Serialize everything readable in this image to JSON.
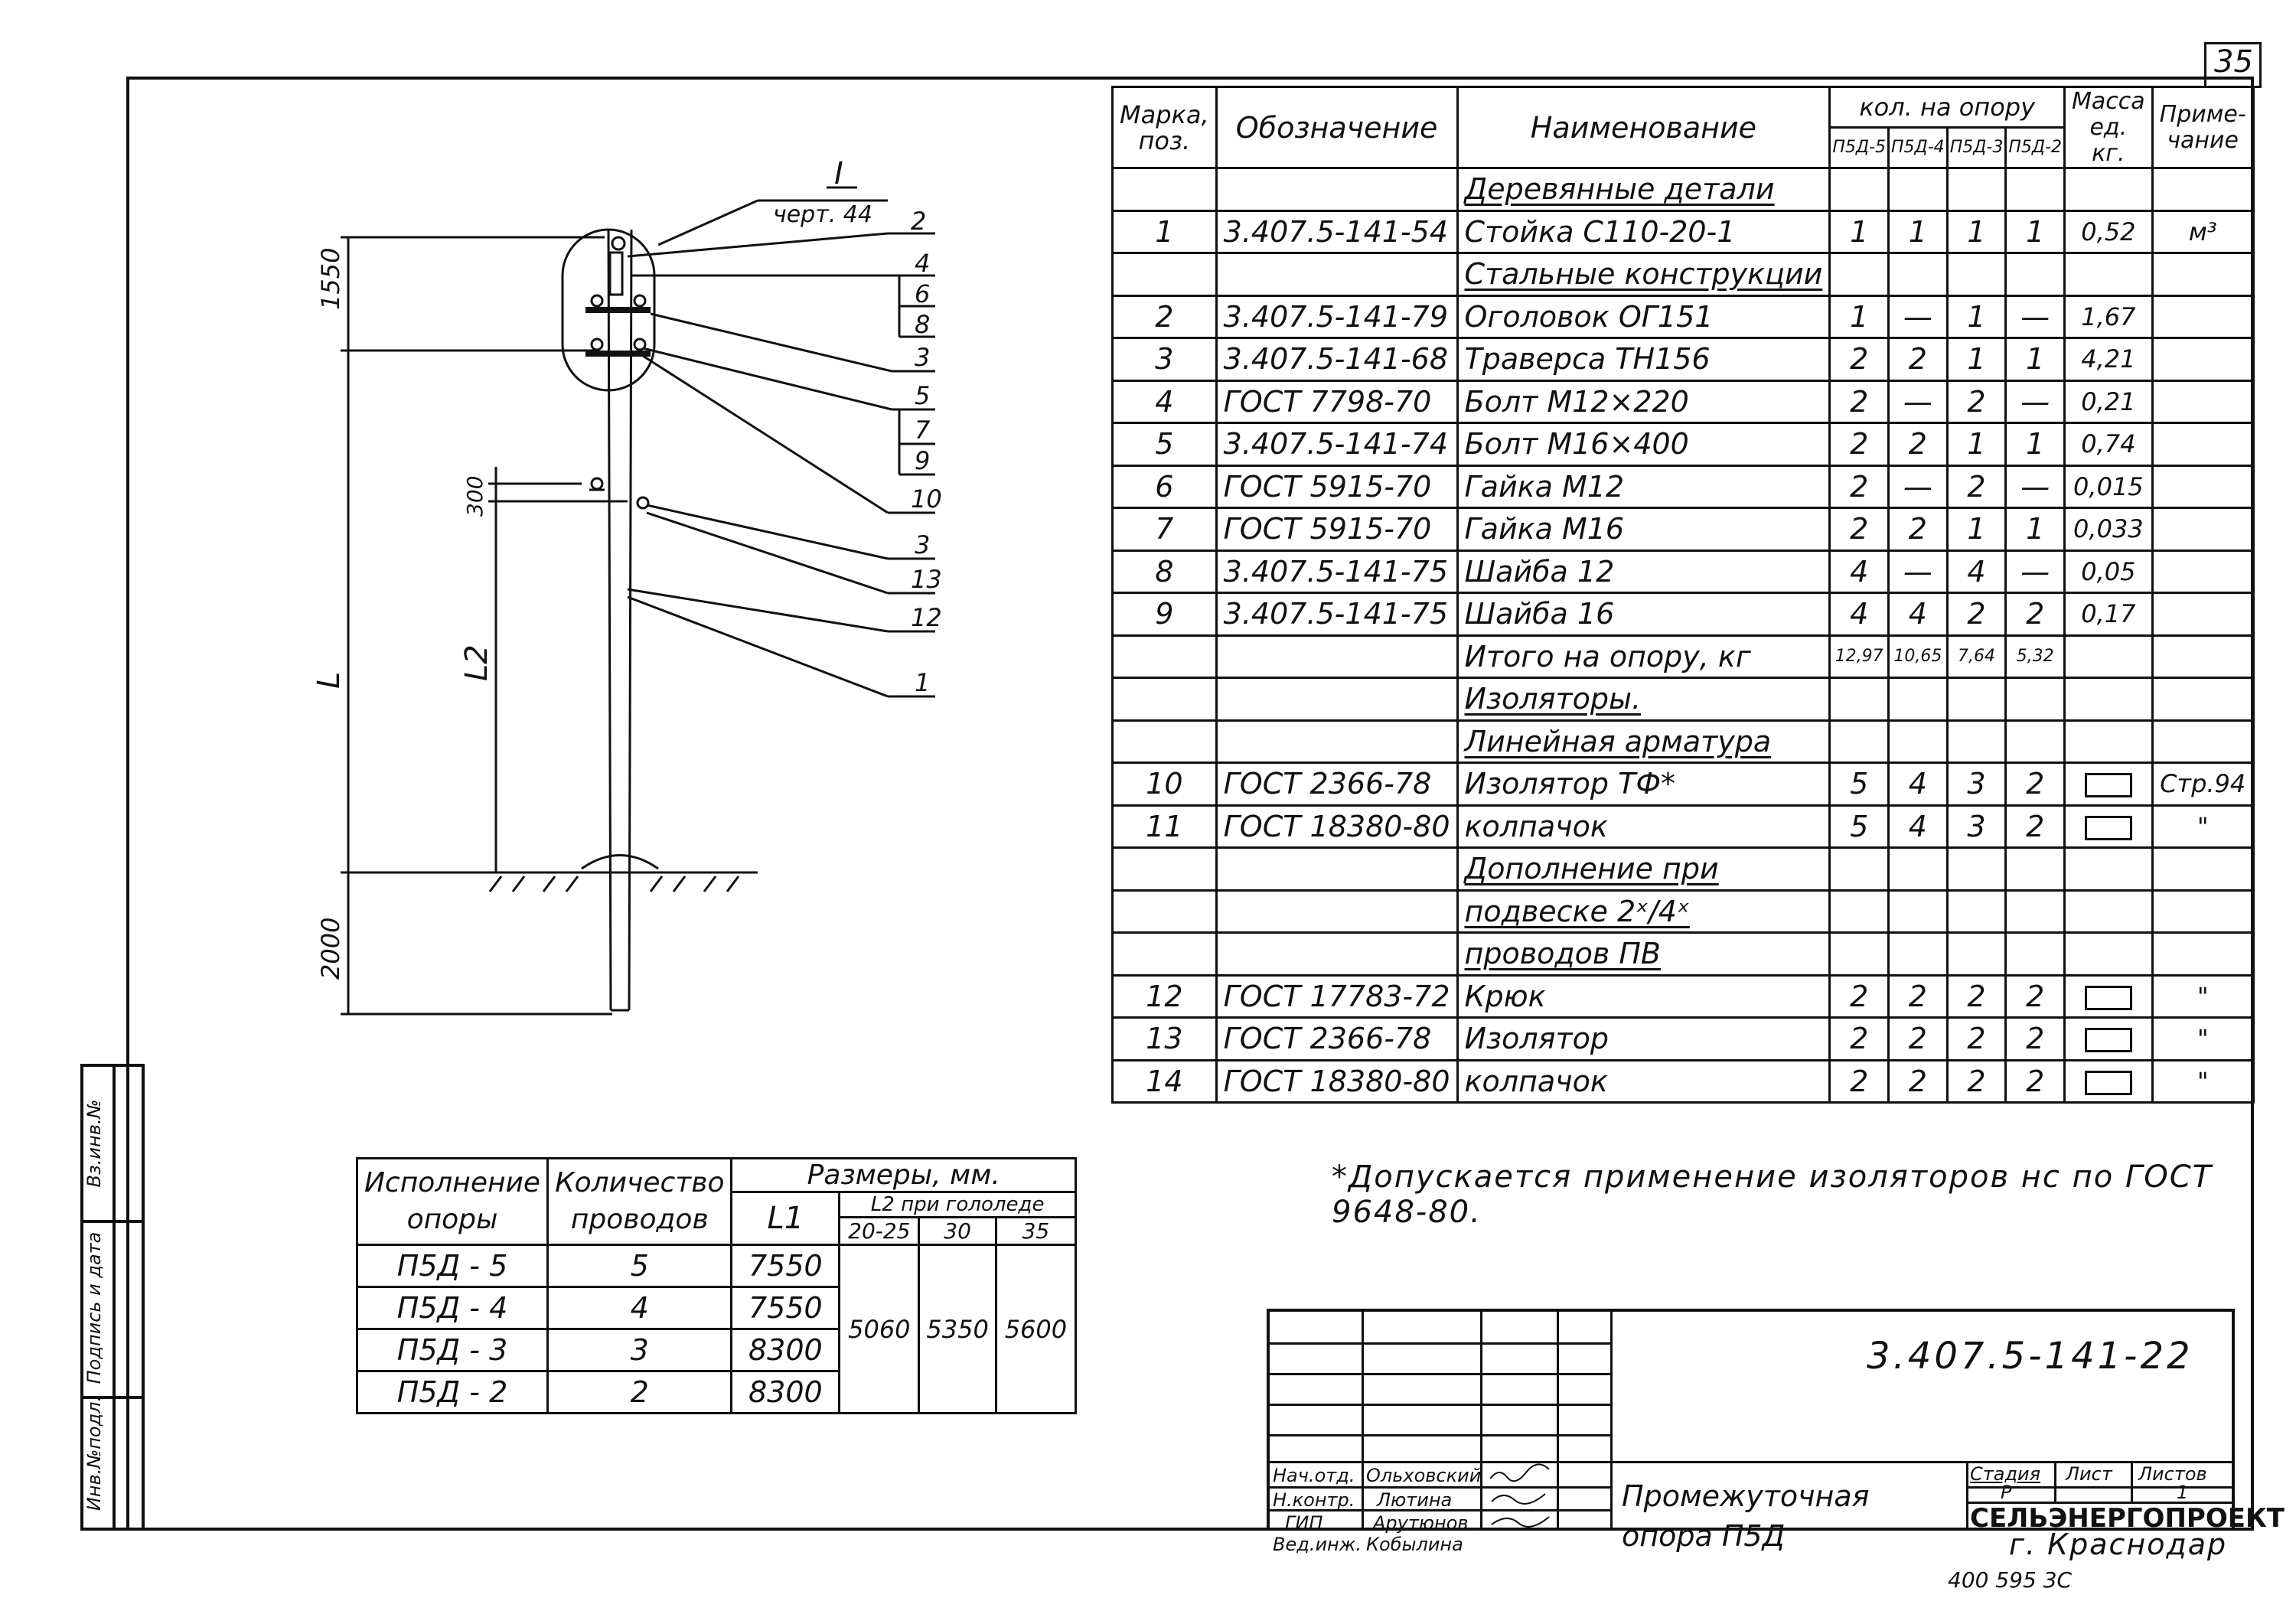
{
  "sheet_number": "35",
  "archive_code": "400 595 3C",
  "pole_drawing": {
    "section_ref": "I",
    "section_sheet": "черт. 44",
    "dim_head": "1550",
    "dim_300": "300",
    "dim_L": "L",
    "dim_L2": "L2",
    "dim_2000": "2000",
    "callouts": [
      "2",
      "4",
      "6",
      "8",
      "3",
      "5",
      "7",
      "9",
      "10",
      "3",
      "13",
      "12",
      "1"
    ]
  },
  "spec_table": {
    "headers": {
      "mark": "Марка, поз.",
      "designation": "Обозначение",
      "name": "Наименование",
      "qty_group": "кол. на опору",
      "qty_cols": [
        "П5Д-5",
        "П5Д-4",
        "П5Д-3",
        "П5Д-2"
      ],
      "mass": "Масса ед. кг.",
      "note": "Приме- чание"
    },
    "rows": [
      {
        "type": "section",
        "name": "Деревянные детали"
      },
      {
        "type": "item",
        "mark": "1",
        "designation": "3.407.5-141-54",
        "name": "Стойка С110-20-1",
        "qty": [
          "1",
          "1",
          "1",
          "1"
        ],
        "mass": "0,52",
        "note": "м³"
      },
      {
        "type": "section",
        "name": "Стальные конструкции"
      },
      {
        "type": "item",
        "mark": "2",
        "designation": "3.407.5-141-79",
        "name": "Оголовок ОГ151",
        "qty": [
          "1",
          "—",
          "1",
          "—"
        ],
        "mass": "1,67",
        "note": ""
      },
      {
        "type": "item",
        "mark": "3",
        "designation": "3.407.5-141-68",
        "name": "Траверса ТН156",
        "qty": [
          "2",
          "2",
          "1",
          "1"
        ],
        "mass": "4,21",
        "note": ""
      },
      {
        "type": "item",
        "mark": "4",
        "designation": "ГОСТ 7798-70",
        "name": "Болт М12×220",
        "qty": [
          "2",
          "—",
          "2",
          "—"
        ],
        "mass": "0,21",
        "note": ""
      },
      {
        "type": "item",
        "mark": "5",
        "designation": "3.407.5-141-74",
        "name": "Болт М16×400",
        "qty": [
          "2",
          "2",
          "1",
          "1"
        ],
        "mass": "0,74",
        "note": ""
      },
      {
        "type": "item",
        "mark": "6",
        "designation": "ГОСТ 5915-70",
        "name": "Гайка М12",
        "qty": [
          "2",
          "—",
          "2",
          "—"
        ],
        "mass": "0,015",
        "note": ""
      },
      {
        "type": "item",
        "mark": "7",
        "designation": "ГОСТ 5915-70",
        "name": "Гайка М16",
        "qty": [
          "2",
          "2",
          "1",
          "1"
        ],
        "mass": "0,033",
        "note": ""
      },
      {
        "type": "item",
        "mark": "8",
        "designation": "3.407.5-141-75",
        "name": "Шайба 12",
        "qty": [
          "4",
          "—",
          "4",
          "—"
        ],
        "mass": "0,05",
        "note": ""
      },
      {
        "type": "item",
        "mark": "9",
        "designation": "3.407.5-141-75",
        "name": "Шайба 16",
        "qty": [
          "4",
          "4",
          "2",
          "2"
        ],
        "mass": "0,17",
        "note": ""
      },
      {
        "type": "total",
        "name": "Итого на опору, кг",
        "qty": [
          "12,97",
          "10,65",
          "7,64",
          "5,32"
        ]
      },
      {
        "type": "section",
        "name": "Изоляторы."
      },
      {
        "type": "section",
        "name": "Линейная арматура"
      },
      {
        "type": "item",
        "mark": "10",
        "designation": "ГОСТ 2366-78",
        "name": "Изолятор ТФ*",
        "qty": [
          "5",
          "4",
          "3",
          "2"
        ],
        "mass": "",
        "note": "Стр.94"
      },
      {
        "type": "item",
        "mark": "11",
        "designation": "ГОСТ 18380-80",
        "name": "колпачок",
        "qty": [
          "5",
          "4",
          "3",
          "2"
        ],
        "mass": "",
        "note": "\""
      },
      {
        "type": "section",
        "name": "Дополнение при"
      },
      {
        "type": "section",
        "name": "подвеске 2ˣ/4ˣ"
      },
      {
        "type": "section",
        "name": "проводов ПВ"
      },
      {
        "type": "item",
        "mark": "12",
        "designation": "ГОСТ 17783-72",
        "name": "Крюк",
        "qty": [
          "2",
          "2",
          "2",
          "2"
        ],
        "mass": "",
        "note": "\""
      },
      {
        "type": "item",
        "mark": "13",
        "designation": "ГОСТ 2366-78",
        "name": "Изолятор",
        "qty": [
          "2",
          "2",
          "2",
          "2"
        ],
        "mass": "",
        "note": "\""
      },
      {
        "type": "item",
        "mark": "14",
        "designation": "ГОСТ 18380-80",
        "name": "колпачок",
        "qty": [
          "2",
          "2",
          "2",
          "2"
        ],
        "mass": "",
        "note": "\""
      }
    ]
  },
  "footnote": "*Допускается применение изоляторов нс по ГОСТ 9648-80.",
  "dimensions_table": {
    "h_variant": "Исполнение опоры",
    "h_wires": "Количество проводов",
    "h_sizes": "Размеры, мм.",
    "h_L1": "L1",
    "h_L2": "L2 при гололеде",
    "h_ice": [
      "20-25",
      "30",
      "35"
    ],
    "rows": [
      {
        "variant": "П5Д - 5",
        "wires": "5",
        "L1": "7550"
      },
      {
        "variant": "П5Д - 4",
        "wires": "4",
        "L1": "7550"
      },
      {
        "variant": "П5Д - 3",
        "wires": "3",
        "L1": "8300"
      },
      {
        "variant": "П5Д - 2",
        "wires": "2",
        "L1": "8300"
      }
    ],
    "L2_values": [
      "5060",
      "5350",
      "5600"
    ]
  },
  "side_stamp": [
    "Инв.№подл.",
    "Подпись и дата",
    "Вз.инв.№"
  ],
  "title_block": {
    "doc_code": "3.407.5-141-22",
    "roles": [
      "Нач.отд.",
      "Н.контр.",
      "ГИП",
      "Вед.инж."
    ],
    "names": [
      "Ольховский",
      "Лютина",
      "Арутюнов",
      "Кобылина"
    ],
    "title": "Промежуточная опора П5Д",
    "stage_label": "Стадия",
    "sheet_label": "Лист",
    "sheets_label": "Листов",
    "stage": "Р",
    "sheet": "",
    "sheets": "1",
    "org": "СЕЛЬЭНЕРГОПРОЕКТ",
    "city": "г. Краснодар"
  }
}
